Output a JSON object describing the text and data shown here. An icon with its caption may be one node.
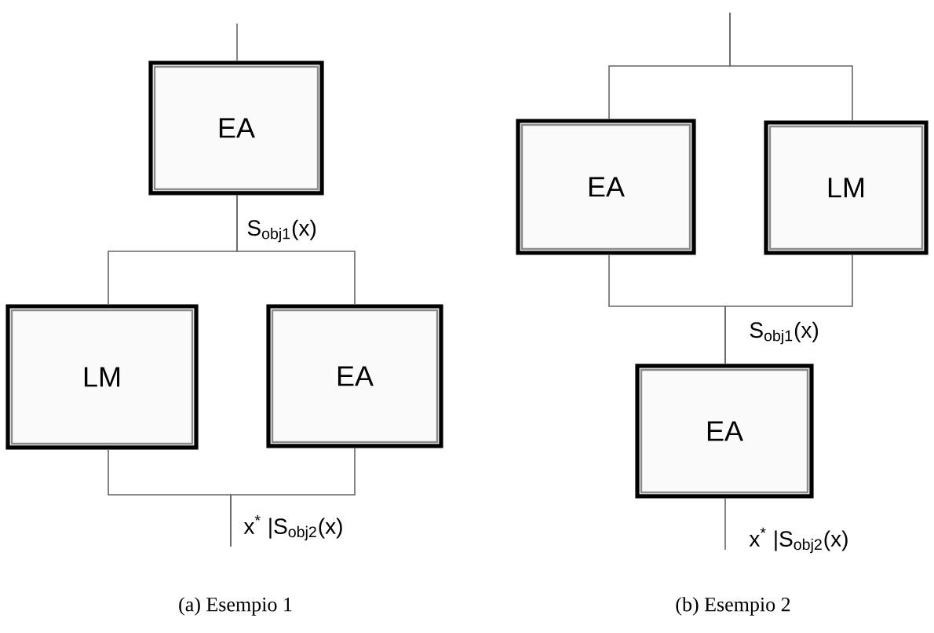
{
  "diagram": {
    "nodes": [
      {
        "text": [
          "EA"
        ]
      },
      {
        "text": [
          "LM"
        ]
      },
      {
        "text": [
          "EA"
        ]
      },
      {
        "text": [
          "EA"
        ]
      },
      {
        "text": [
          "LM"
        ]
      },
      {
        "text": [
          "EA"
        ]
      }
    ],
    "edges": [
      {
        "from": null,
        "to": 0,
        "arrow": "none"
      },
      {
        "from": 0,
        "to": 1,
        "arrow": "none",
        "label": "S$_{obj1}$(x)"
      },
      {
        "from": 0,
        "to": 2,
        "arrow": "none"
      },
      {
        "from": 1,
        "to": null,
        "arrow": "none",
        "label": "x$^{*}$ |S$_{obj2}$(x)"
      },
      {
        "from": 2,
        "to": null,
        "arrow": "none"
      },
      {
        "from": null,
        "to": 3,
        "arrow": "none"
      },
      {
        "from": null,
        "to": 4,
        "arrow": "none"
      },
      {
        "from": 3,
        "to": 5,
        "arrow": "none",
        "label": "S$_{obj1}$(x)"
      },
      {
        "from": 4,
        "to": 5,
        "arrow": "none"
      },
      {
        "from": 5,
        "to": null,
        "arrow": "none",
        "label": "x$^{*}$ |S$_{obj2}$(x)"
      }
    ],
    "labels": [
      "(a) Esempio 1",
      "(b) Esempio 2"
    ]
  }
}
